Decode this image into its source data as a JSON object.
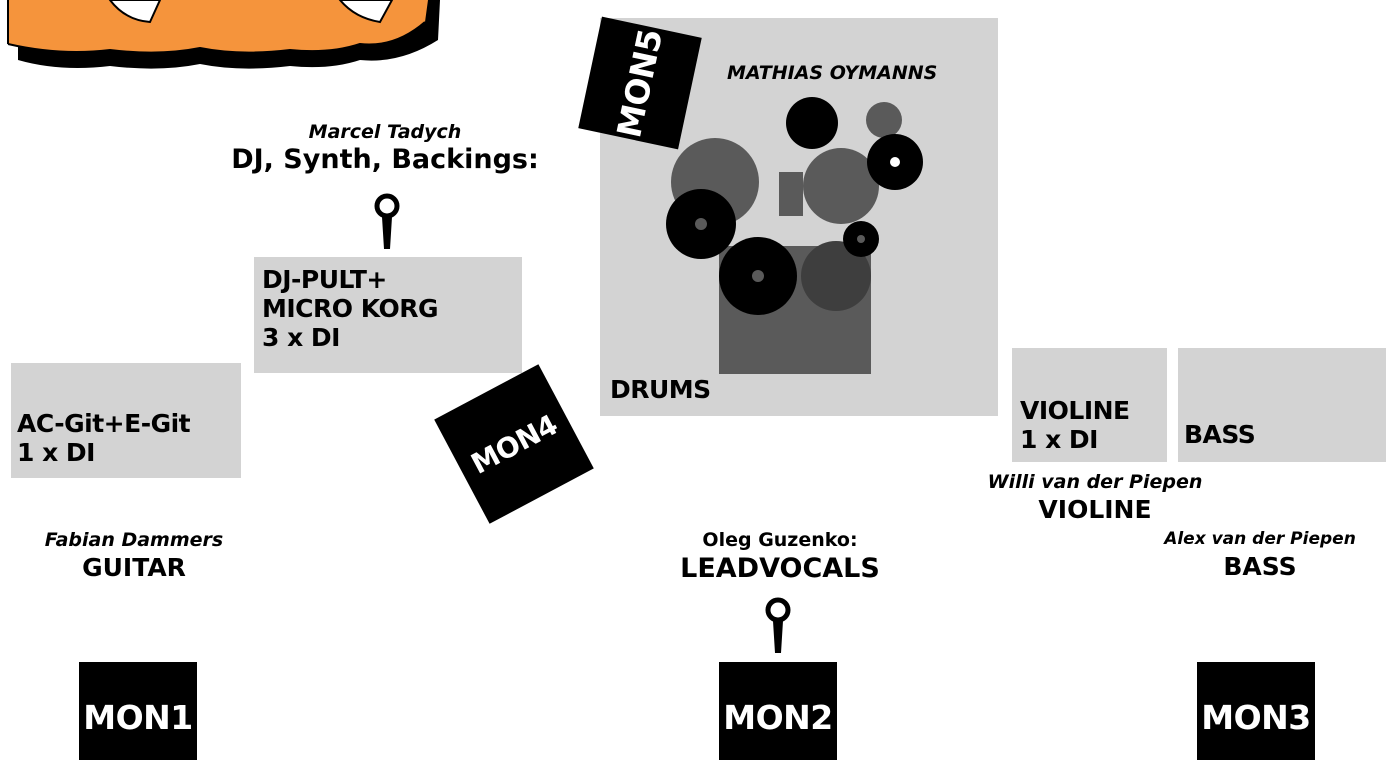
{
  "logo": {
    "name": "band-logo"
  },
  "stage_elements": {
    "djpult": {
      "text": "DJ-PULT+\nMICRO KORG\n3 x DI"
    },
    "guitar_rig": {
      "text": "AC-Git+E-Git\n1 x DI"
    },
    "drums": {
      "text": "DRUMS"
    },
    "violine_rig": {
      "text": "VIOLINE\n1 x DI"
    },
    "bass_rig": {
      "text": "BASS"
    }
  },
  "musicians": {
    "dj": {
      "name": "Marcel Tadych",
      "role": "DJ, Synth, Backings:"
    },
    "drummer": {
      "name": "MATHIAS OYMANNS"
    },
    "guitar": {
      "name": "Fabian Dammers",
      "role": "GUITAR"
    },
    "vocals": {
      "name": "Oleg Guzenko:",
      "role": "LEADVOCALS"
    },
    "violine": {
      "name": "Willi van der Piepen",
      "role": "VIOLINE"
    },
    "bass": {
      "name": "Alex van der Piepen",
      "role": "BASS"
    }
  },
  "monitors": {
    "mon1": "MON1",
    "mon2": "MON2",
    "mon3": "MON3",
    "mon4": "MON4",
    "mon5": "MON5"
  },
  "colors": {
    "logo_orange": "#f5943c",
    "stage_box": "#d3d3d3",
    "drum_dark": "#5a5a5a",
    "monitor": "#000000"
  }
}
